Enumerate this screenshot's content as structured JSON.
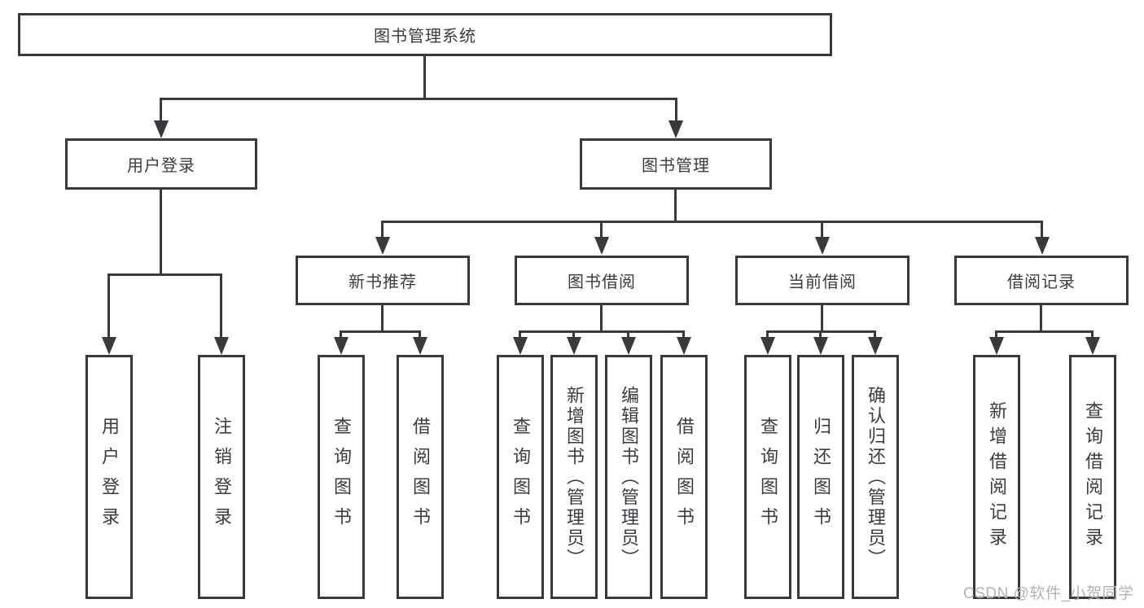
{
  "diagram": {
    "title": "图书管理系统",
    "user_branch": {
      "label": "用户登录",
      "children": [
        "用户登录",
        "注销登录"
      ]
    },
    "mgmt_branch": {
      "label": "图书管理",
      "modules": [
        {
          "label": "新书推荐",
          "children": [
            "查询图书",
            "借阅图书"
          ]
        },
        {
          "label": "图书借阅",
          "children": [
            "查询图书",
            "新增图书（管理员）",
            "编辑图书（管理员）",
            "借阅图书"
          ]
        },
        {
          "label": "当前借阅",
          "children": [
            "查询图书",
            "归还图书",
            "确认归还（管理员）"
          ]
        },
        {
          "label": "借阅记录",
          "children": [
            "新增借阅记录",
            "查询借阅记录"
          ]
        }
      ]
    }
  },
  "watermark": "CSDN @软件_小贺同学",
  "colors": {
    "line": "#393a3e",
    "text": "#3b3c41",
    "background": "#ffffff",
    "watermark": "#b2b2b2"
  }
}
